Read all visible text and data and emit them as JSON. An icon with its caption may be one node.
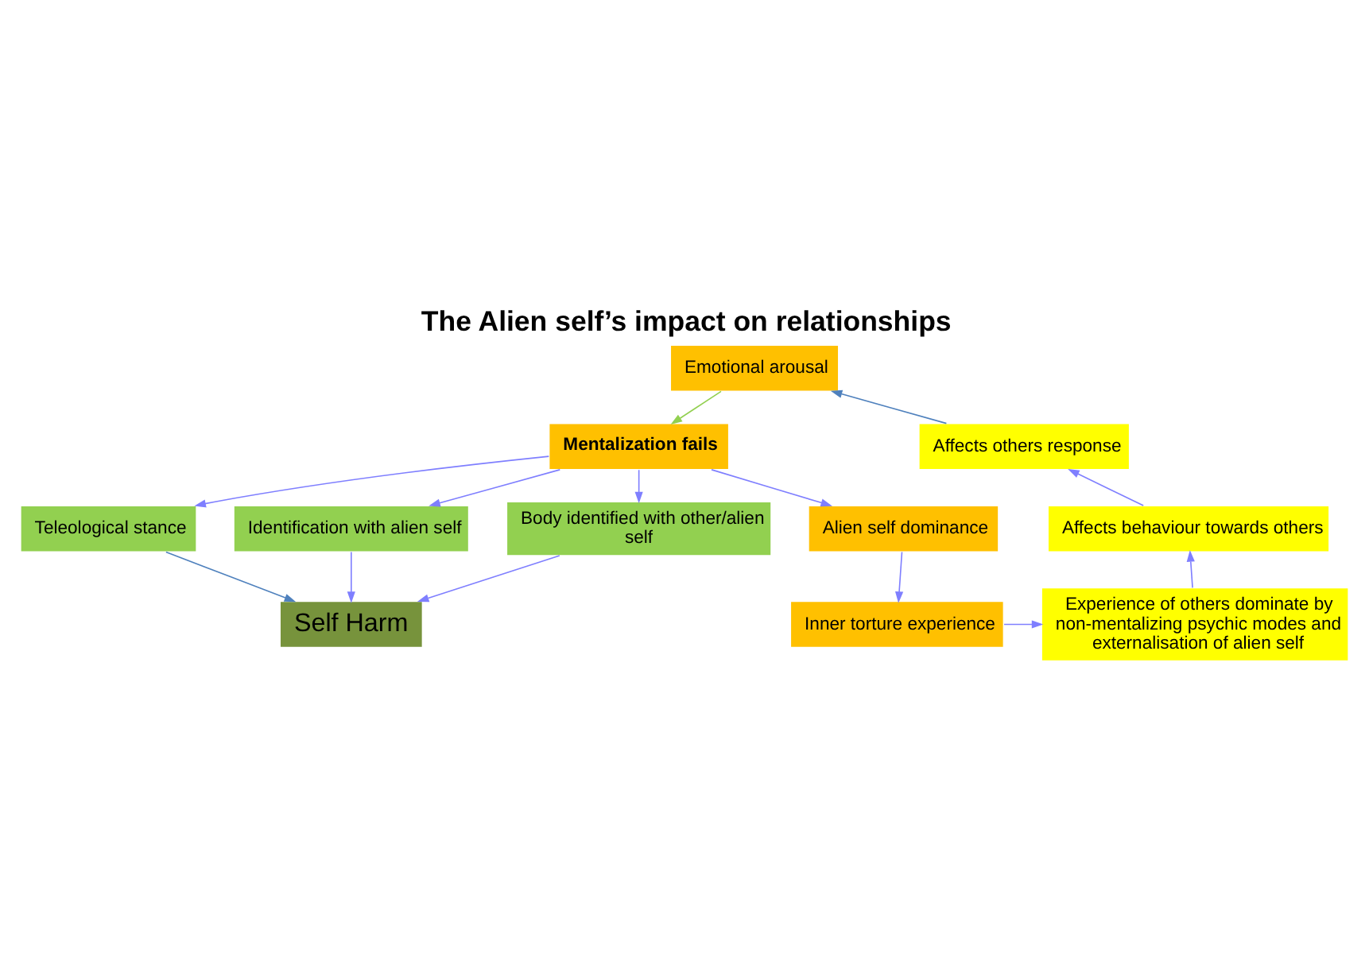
{
  "diagram": {
    "title": "The Alien self’s impact on relationships",
    "nodes": [
      {
        "text": [
          "Emotional arousal"
        ]
      },
      {
        "text": [
          "Mentalization fails"
        ]
      },
      {
        "text": [
          "Alien self dominance"
        ]
      },
      {
        "text": [
          "Inner torture experience"
        ]
      },
      {
        "text": [
          "Experience of others dominate by non-mentalizing psychic modes and externalisation of alien self"
        ]
      },
      {
        "text": [
          "Affects behaviour towards others"
        ]
      },
      {
        "text": [
          "Affects others response"
        ]
      },
      {
        "text": [
          "Teleological stance"
        ]
      },
      {
        "text": [
          "Identification with alien self"
        ]
      },
      {
        "text": [
          "Body identified with other/alien self"
        ]
      },
      {
        "text": [
          "Self Harm"
        ]
      }
    ],
    "edges": [
      {
        "from": 6,
        "to": 0,
        "arrow": "to",
        "color": "#4f81bd"
      },
      {
        "from": 0,
        "to": 1,
        "arrow": "to",
        "color": "#92d050"
      },
      {
        "from": 1,
        "to": 2,
        "arrow": "to"
      },
      {
        "from": 2,
        "to": 3,
        "arrow": "to"
      },
      {
        "from": 3,
        "to": 4,
        "arrow": "to"
      },
      {
        "from": 4,
        "to": 5,
        "arrow": "to"
      },
      {
        "from": 5,
        "to": 6,
        "arrow": "to"
      },
      {
        "from": 1,
        "to": 7,
        "arrow": "to"
      },
      {
        "from": 1,
        "to": 8,
        "arrow": "to"
      },
      {
        "from": 1,
        "to": 9,
        "arrow": "to"
      },
      {
        "from": 7,
        "to": 10,
        "arrow": "to",
        "color": "#4f81bd"
      },
      {
        "from": 8,
        "to": 10,
        "arrow": "to"
      },
      {
        "from": 9,
        "to": 10,
        "arrow": "to"
      }
    ]
  }
}
